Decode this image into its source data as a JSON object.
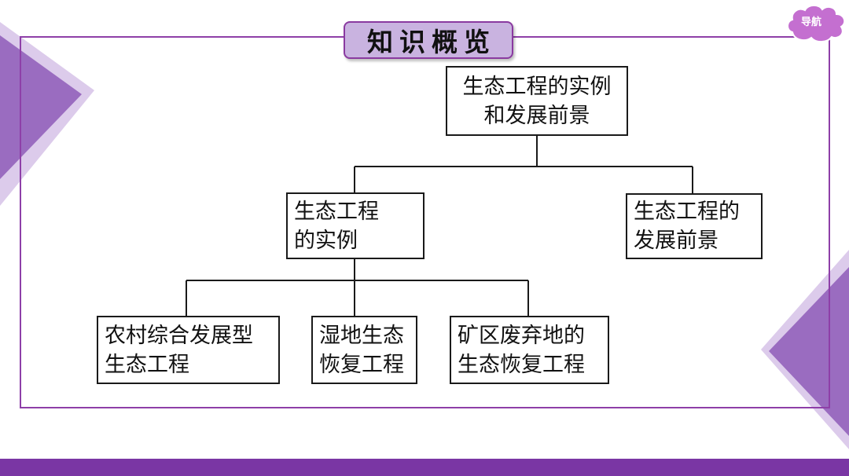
{
  "title": "知识概览",
  "nav": {
    "label": "导航"
  },
  "colors": {
    "accent": "#8e3fa8",
    "title_fill": "#c9b3e0",
    "bar": "#7a36a4",
    "triangle_dark": "#9a6cc0",
    "triangle_light": "#d9c6ea"
  },
  "tree": {
    "root": {
      "line1": "生态工程的实例",
      "line2": "和发展前景"
    },
    "branch_examples": {
      "line1": "生态工程",
      "line2": "的实例"
    },
    "branch_prospects": {
      "line1": "生态工程的",
      "line2": "发展前景"
    },
    "leaf_rural": {
      "line1": "农村综合发展型",
      "line2": "生态工程"
    },
    "leaf_wetland": {
      "line1": "湿地生态",
      "line2": "恢复工程"
    },
    "leaf_mine": {
      "line1": "矿区废弃地的",
      "line2": "生态恢复工程"
    }
  }
}
